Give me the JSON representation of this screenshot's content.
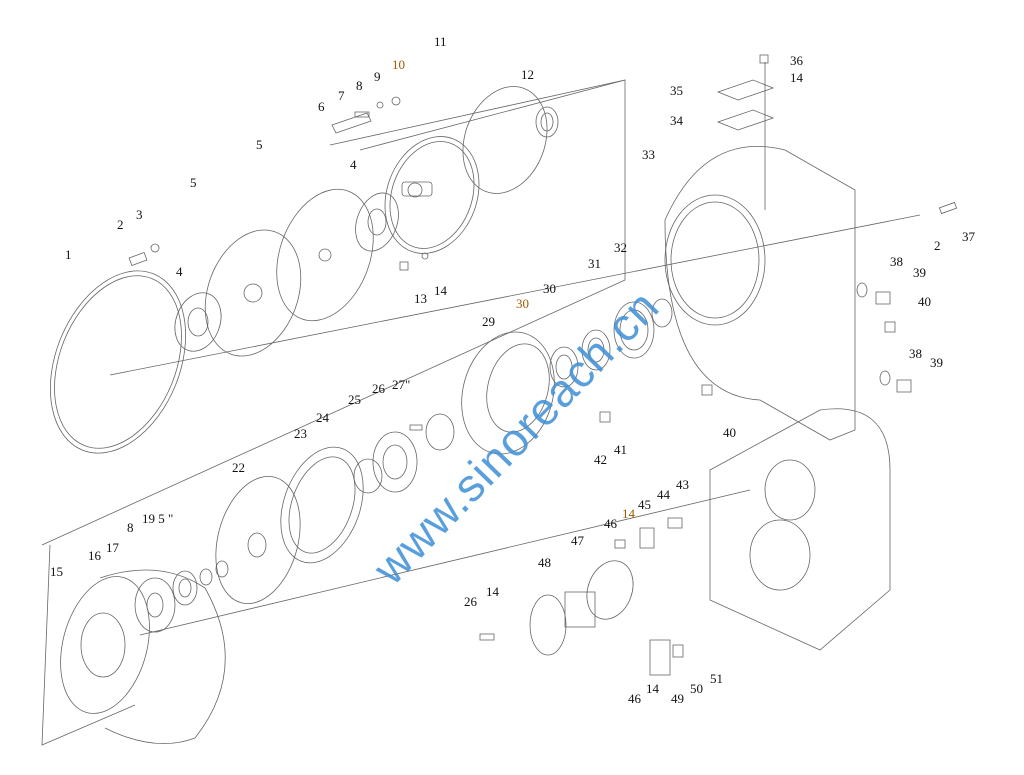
{
  "watermark": "www.sinoreach.cn",
  "callouts": [
    "1",
    "2",
    "3",
    "4",
    "5",
    "5",
    "6",
    "7",
    "8",
    "9",
    "10",
    "11",
    "12",
    "4",
    "13",
    "14",
    "15",
    "16",
    "17",
    "8",
    "19 5 \"",
    "22",
    "23",
    "24",
    "25",
    "26",
    "27\"",
    "29",
    "30",
    "30",
    "31",
    "32",
    "33",
    "34",
    "35",
    "36",
    "14",
    "2",
    "37",
    "38",
    "39",
    "40",
    "38",
    "39",
    "40",
    "41",
    "42",
    "43",
    "44",
    "45",
    "14",
    "46",
    "47",
    "48",
    "14",
    "26",
    "46",
    "14",
    "49",
    "50",
    "51"
  ],
  "colors": {
    "line": "#555555",
    "watermark": "#3d8fd6",
    "highlight_label": "#a05a00"
  }
}
